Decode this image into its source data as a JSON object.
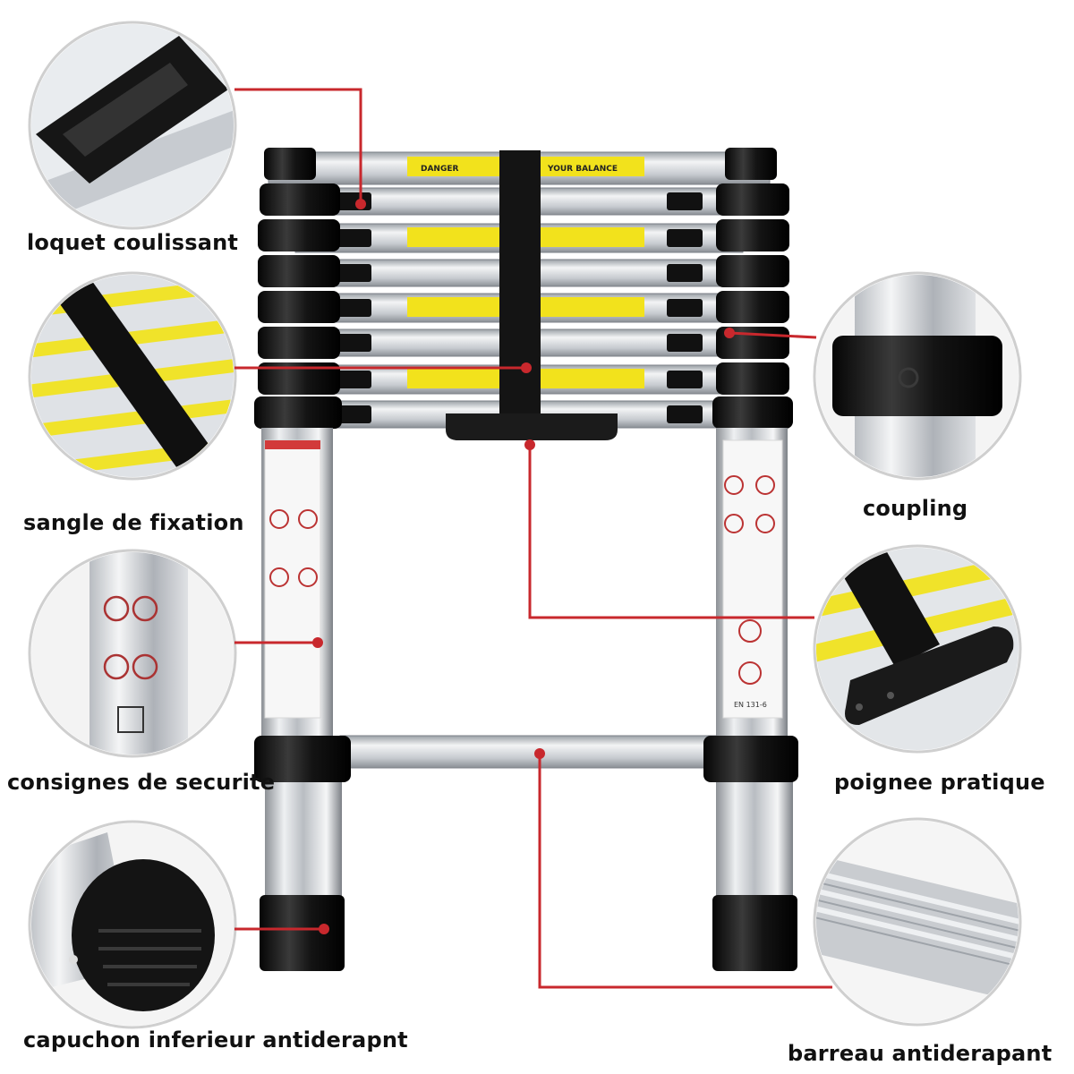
{
  "labels": {
    "sliding_latch": "loquet coulissant",
    "fixing_strap": "sangle de fixation",
    "safety_instructions": "consignes de securite",
    "bottom_cap": "capuchon inferieur antiderapnt",
    "coupling": "coupling",
    "handle": "poignee pratique",
    "anti_slip_rung": "barreau antiderapant"
  },
  "rung_text": {
    "balance": "YOUR BALANCE",
    "danger": "DANGER",
    "standard": "EN 131-6"
  },
  "colors": {
    "callout_line": "#c8282d",
    "warning_label": "#f2e21c",
    "black_part": "#151515",
    "aluminium": "#c9ccd0"
  }
}
